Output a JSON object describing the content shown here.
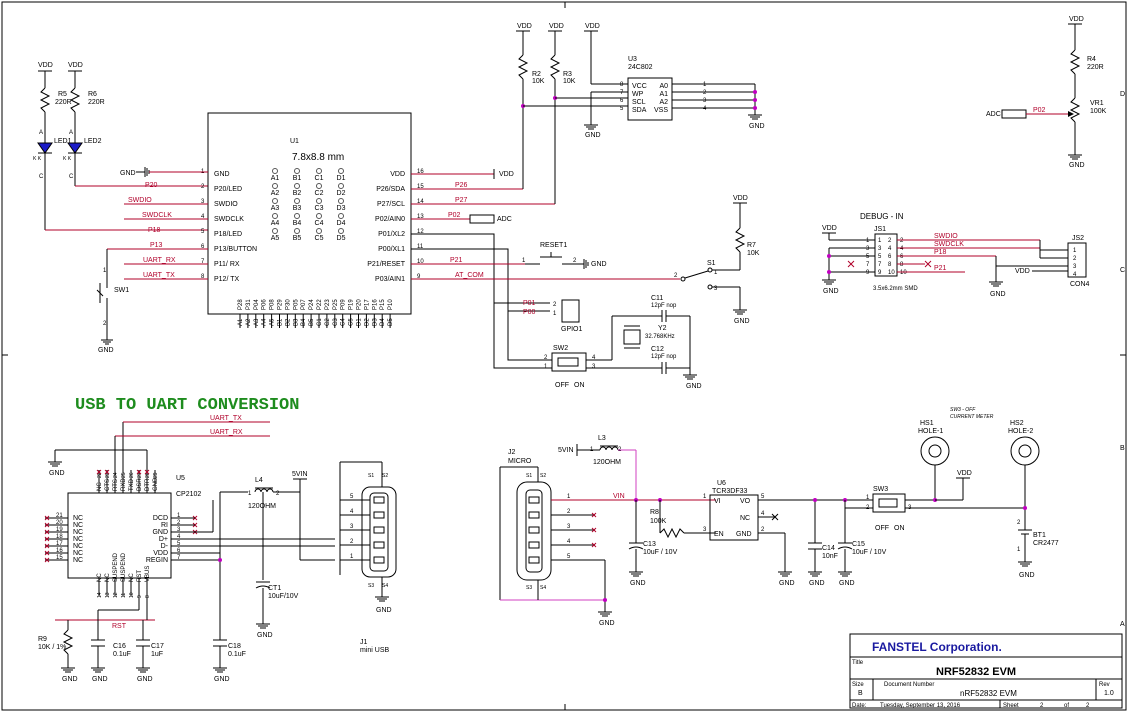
{
  "title_block": {
    "company": "FANSTEL Corporation.",
    "title_label": "Title",
    "title": "NRF52832 EVM",
    "size_label": "Size",
    "size": "B",
    "docnum_label": "Document Number",
    "docnum": "nRF52832 EVM",
    "rev_label": "Rev",
    "rev": "1.0",
    "date_label": "Date:",
    "date": "Tuesday, September 13, 2016",
    "sheet_label": "Sheet",
    "sheet": "2",
    "of_label": "of",
    "of": "2"
  },
  "heading": "USB TO UART CONVERSION",
  "heading_color": "#1e8c1e",
  "net_color": "#b0002a",
  "junction_color": "#c000c0",
  "border_letters": [
    "D",
    "C",
    "B",
    "A"
  ],
  "u1": {
    "ref": "U1",
    "size": "7.8x8.8 mm",
    "left_pins": [
      {
        "num": "1",
        "name": "GND",
        "net": "GND"
      },
      {
        "num": "2",
        "name": "P20/LED",
        "net": "P20"
      },
      {
        "num": "3",
        "name": "SWDIO",
        "net": "SWDIO"
      },
      {
        "num": "4",
        "name": "SWDCLK",
        "net": "SWDCLK"
      },
      {
        "num": "5",
        "name": "P18/LED",
        "net": "P18"
      },
      {
        "num": "6",
        "name": "P13/BUTTON",
        "net": "P13"
      },
      {
        "num": "7",
        "name": "P11/ RX",
        "net": "UART_RX"
      },
      {
        "num": "8",
        "name": "P12/ TX",
        "net": "UART_TX"
      }
    ],
    "right_pins": [
      {
        "num": "16",
        "name": "VDD",
        "net": "VDD"
      },
      {
        "num": "15",
        "name": "P26/SDA",
        "net": "P26"
      },
      {
        "num": "14",
        "name": "P27/SCL",
        "net": "P27"
      },
      {
        "num": "13",
        "name": "P02/AIN0",
        "net": "P02"
      },
      {
        "num": "12",
        "name": "P01/XL2",
        "net": ""
      },
      {
        "num": "11",
        "name": "P00/XL1",
        "net": ""
      },
      {
        "num": "10",
        "name": "P21/RESET",
        "net": "P21"
      },
      {
        "num": "9",
        "name": "P03/AIN1",
        "net": "AT_COM"
      }
    ],
    "ball_rows": [
      [
        "A1",
        "B1",
        "C1",
        "D1"
      ],
      [
        "A2",
        "B2",
        "C2",
        "D2"
      ],
      [
        "A3",
        "B3",
        "C3",
        "D3"
      ],
      [
        "A4",
        "B4",
        "C4",
        "D4"
      ],
      [
        "A5",
        "B5",
        "C5",
        "D5"
      ]
    ],
    "bottom_pins": [
      "A1",
      "A2",
      "A3",
      "A4",
      "A5",
      "B1",
      "B2",
      "B3",
      "B4",
      "B5",
      "C1",
      "C2",
      "C3",
      "C4",
      "C5",
      "D1",
      "D2",
      "D3",
      "D4",
      "D5"
    ],
    "bottom_names": [
      "P28",
      "P31",
      "P04",
      "P06",
      "P08",
      "P29",
      "P30",
      "P05",
      "P07",
      "P24",
      "P22",
      "P23",
      "P25",
      "P09",
      "P19",
      "P20",
      "P17",
      "P16",
      "P15",
      "P10"
    ]
  },
  "leds": [
    {
      "ref": "LED1",
      "res": "R5",
      "val": "220R",
      "vdd": "VDD",
      "anode": "A",
      "cathode": "C",
      "kk": "K K"
    },
    {
      "ref": "LED2",
      "res": "R6",
      "val": "220R",
      "vdd": "VDD",
      "anode": "A",
      "cathode": "C",
      "kk": "K K"
    }
  ],
  "sw1": {
    "ref": "SW1",
    "gnd": "GND",
    "p1": "1",
    "p2": "2"
  },
  "gnd": "GND",
  "vdd": "VDD",
  "u3": {
    "ref": "U3",
    "part": "24C802",
    "pins_left": [
      "VCC",
      "WP",
      "SCL",
      "SDA"
    ],
    "pins_left_num": [
      "8",
      "7",
      "6",
      "5"
    ],
    "pins_right": [
      "A0",
      "A1",
      "A2",
      "VSS"
    ],
    "pins_right_num": [
      "1",
      "2",
      "3",
      "4"
    ],
    "r2": "R2",
    "r2_val": "10K",
    "r3": "R3",
    "r3_val": "10K"
  },
  "adc_block": {
    "net": "ADC",
    "label": "P02",
    "r4": "R4",
    "r4_val": "220R",
    "vr1": "VR1",
    "vr1_val": "100K"
  },
  "adc_u1": "ADC",
  "reset": {
    "ref": "RESET1",
    "gnd": "GND",
    "p1": "1",
    "p2": "2"
  },
  "s1": {
    "ref": "S1",
    "p1": "1",
    "p2": "2",
    "p3": "3",
    "r7": "R7",
    "r7_val": "10K"
  },
  "p01": "P01",
  "p00": "P00",
  "gpio1": "GPIO1",
  "c11": {
    "ref": "C11",
    "val": "12pF nop"
  },
  "c12": {
    "ref": "C12",
    "val": "12pF nop"
  },
  "y2": {
    "ref": "Y2",
    "val": "32.768KHz",
    "p1": "1",
    "p2": "2"
  },
  "sw2": {
    "ref": "SW2",
    "off": "OFF",
    "on": "ON",
    "pins": [
      "1",
      "2",
      "3",
      "4"
    ]
  },
  "debug": {
    "title": "DEBUG - IN",
    "js1": "JS1",
    "js1_size": "3.5x6.2mm SMD",
    "js2": "JS2",
    "con4": "CON4",
    "nets": [
      "SWDIO",
      "SWDCLK",
      "P18",
      "P21"
    ],
    "pins_left": [
      "1",
      "3",
      "5",
      "7",
      "9"
    ],
    "pins_right": [
      "2",
      "4",
      "6",
      "8",
      "10"
    ],
    "js2_pins": [
      "1",
      "2",
      "3",
      "4"
    ],
    "vdd": "VDD"
  },
  "u5": {
    "ref": "U5",
    "part": "CP2102",
    "left_pins": [
      {
        "num": "21",
        "name": "NC"
      },
      {
        "num": "20",
        "name": "NC"
      },
      {
        "num": "19",
        "name": "NC"
      },
      {
        "num": "18",
        "name": "NC"
      },
      {
        "num": "17",
        "name": "NC"
      },
      {
        "num": "16",
        "name": "NC"
      },
      {
        "num": "15",
        "name": "NC"
      }
    ],
    "right_pins": [
      {
        "num": "1",
        "name": "DCD"
      },
      {
        "num": "2",
        "name": "RI"
      },
      {
        "num": "3",
        "name": "GND"
      },
      {
        "num": "4",
        "name": "D+"
      },
      {
        "num": "5",
        "name": "D-"
      },
      {
        "num": "6",
        "name": "VDD"
      },
      {
        "num": "7",
        "name": "REGIN"
      }
    ],
    "top_pins": [
      {
        "num": "22",
        "name": "NC"
      },
      {
        "num": "23",
        "name": "CTS"
      },
      {
        "num": "24",
        "name": "RTS"
      },
      {
        "num": "25",
        "name": "RXD"
      },
      {
        "num": "26",
        "name": "TXD"
      },
      {
        "num": "27",
        "name": "DSR"
      },
      {
        "num": "28",
        "name": "DTR"
      },
      {
        "num": "29",
        "name": "GND"
      }
    ],
    "bottom_pins": [
      {
        "num": "14",
        "name": "NC"
      },
      {
        "num": "13",
        "name": "NC"
      },
      {
        "num": "12",
        "name": "SUSPEND"
      },
      {
        "num": "11",
        "name": "SUSPEND"
      },
      {
        "num": "10",
        "name": "NC"
      },
      {
        "num": "9",
        "name": "RST"
      },
      {
        "num": "8",
        "name": "VBUS"
      }
    ],
    "uart_tx": "UART_TX",
    "uart_rx": "UART_RX",
    "rst": "RST"
  },
  "l4": {
    "ref": "L4",
    "val": "120OHM",
    "p1": "1",
    "p2": "2"
  },
  "vin5": "5VIN",
  "ct1": {
    "ref": "CT1",
    "val": "10uF/10V"
  },
  "j1": {
    "ref": "J1",
    "desc": "mini USB",
    "pins": [
      "5",
      "4",
      "3",
      "2",
      "1"
    ],
    "shield": [
      "S1",
      "S2",
      "S3",
      "S4"
    ]
  },
  "r9": {
    "ref": "R9",
    "val": "10K / 1%"
  },
  "c16": {
    "ref": "C16",
    "val": "0.1uF"
  },
  "c17": {
    "ref": "C17",
    "val": "1uF"
  },
  "c18": {
    "ref": "C18",
    "val": "0.1uF"
  },
  "j2": {
    "ref": "J2",
    "desc": "MICRO",
    "pins": [
      "1",
      "2",
      "3",
      "4",
      "5"
    ],
    "shield": [
      "S1",
      "S2",
      "S3",
      "S4"
    ]
  },
  "l3": {
    "ref": "L3",
    "val": "120OHM",
    "p1": "1",
    "p2": "2"
  },
  "vin": "VIN",
  "r8": {
    "ref": "R8",
    "val": "100K"
  },
  "c13": {
    "ref": "C13",
    "val": "10uF / 10V"
  },
  "u6": {
    "ref": "U6",
    "part": "TCR3DF33",
    "vi": "VI",
    "vo": "VO",
    "nc": "NC",
    "en": "EN",
    "gnd": "GND",
    "pins": [
      "1",
      "5",
      "4",
      "3",
      "2"
    ]
  },
  "c14": {
    "ref": "C14",
    "val": "10nF"
  },
  "c15": {
    "ref": "C15",
    "val": "10uF / 10V"
  },
  "sw3": {
    "ref": "SW3",
    "off": "OFF",
    "on": "ON",
    "pins": [
      "1",
      "2",
      "3"
    ],
    "note1": "SW3 - OFF",
    "note2": "CURRENT METER"
  },
  "hs1": {
    "ref": "HS1",
    "val": "HOLE-1"
  },
  "hs2": {
    "ref": "HS2",
    "val": "HOLE-2"
  },
  "bt1": {
    "ref": "BT1",
    "val": "CR2477",
    "p1": "1",
    "p2": "2"
  }
}
